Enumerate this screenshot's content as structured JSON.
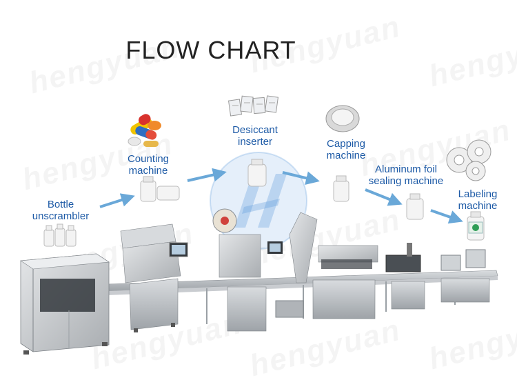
{
  "title": "FLOW CHART",
  "watermark": "hengyuan",
  "steps": [
    {
      "label_line1": "Bottle",
      "label_line2": "unscrambler"
    },
    {
      "label_line1": "Counting",
      "label_line2": "machine"
    },
    {
      "label_line1": "Desiccant",
      "label_line2": "inserter"
    },
    {
      "label_line1": "Capping",
      "label_line2": "machine"
    },
    {
      "label_line1": "Aluminum foil",
      "label_line2": "sealing machine"
    },
    {
      "label_line1": "Labeling",
      "label_line2": "machine"
    }
  ],
  "colors": {
    "label_text": "#1d5aa6",
    "arrow": "#6aa8d8",
    "logo": "#4a90d9",
    "machine_steel": "#b8bcc0"
  }
}
